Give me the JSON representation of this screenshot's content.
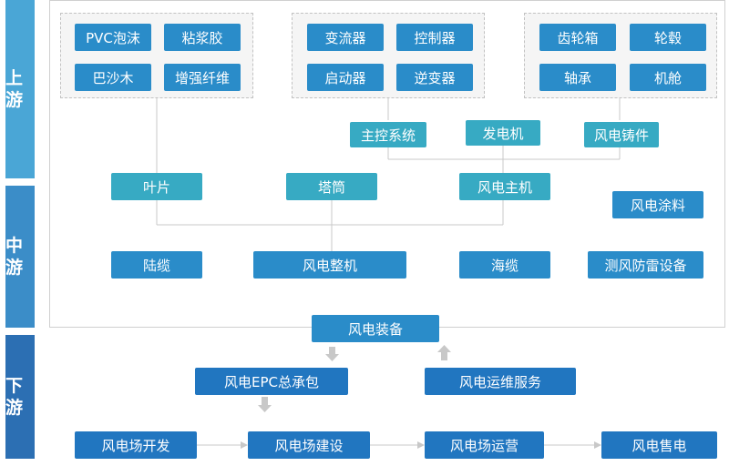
{
  "stages": {
    "upstream": "上游",
    "midstream": "中游",
    "downstream": "下游"
  },
  "upstream": {
    "materials": [
      "PVC泡沫",
      "粘浆胶",
      "巴沙木",
      "增强纤维"
    ],
    "electrical": [
      "变流器",
      "控制器",
      "启动器",
      "逆变器"
    ],
    "mechanical": [
      "齿轮箱",
      "轮毂",
      "轴承",
      "机舱"
    ],
    "subsystems": [
      "主控系统",
      "发电机",
      "风电铸件"
    ]
  },
  "midstream": {
    "components": [
      "叶片",
      "塔筒",
      "风电主机"
    ],
    "coating": "风电涂料",
    "products": [
      "陆缆",
      "风电整机",
      "海缆",
      "测风防雷设备"
    ]
  },
  "downstream": {
    "equipment": "风电装备",
    "epc": "风电EPC总承包",
    "om": "风电运维服务",
    "chain": [
      "风电场开发",
      "风电场建设",
      "风电场运营",
      "风电售电"
    ]
  },
  "colors": {
    "teal": "#37aac3",
    "blue": "#2a8cc9",
    "dark_blue": "#2176c0",
    "arrow": "#c4c4c4"
  }
}
